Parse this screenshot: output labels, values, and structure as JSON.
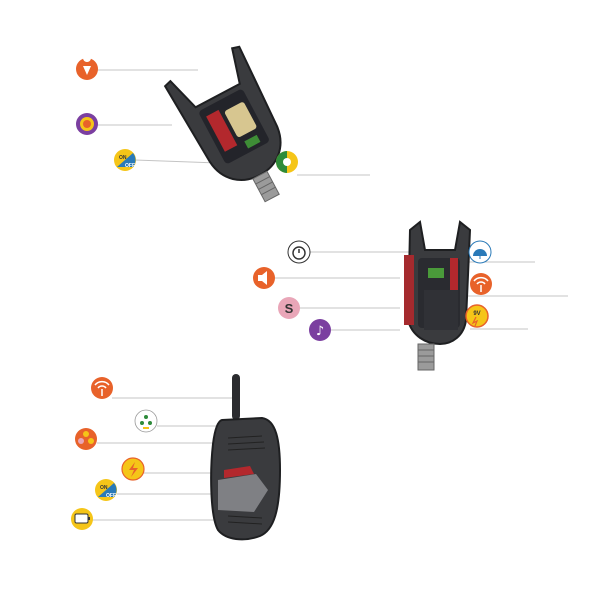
{
  "colors": {
    "orange": "#e8622a",
    "yellow": "#f5c518",
    "red": "#c62828",
    "purple": "#7b3fa0",
    "pink": "#e9a6b8",
    "green": "#2e8b3a",
    "blue": "#2a7ab8",
    "leader_line": "#c4c4c4",
    "device_body": "#3a3b3e",
    "device_dark": "#1e1f21"
  },
  "top_device": {
    "callouts": [
      {
        "icon": "location-pin-icon"
      },
      {
        "icon": "sensitivity-dial-icon"
      },
      {
        "icon": "on-off-switch-icon",
        "label_on": "ON",
        "label_off": "OFF"
      },
      {
        "icon": "led-color-icon"
      }
    ]
  },
  "middle_device": {
    "callouts": [
      {
        "icon": "timer-icon"
      },
      {
        "icon": "volume-icon"
      },
      {
        "icon": "sound-s-icon",
        "label": "S"
      },
      {
        "icon": "music-note-icon"
      },
      {
        "icon": "waterproof-icon"
      },
      {
        "icon": "wireless-signal-icon"
      },
      {
        "icon": "battery-9v-icon",
        "label": "9V"
      }
    ]
  },
  "receiver": {
    "callouts": [
      {
        "icon": "wireless-signal-icon"
      },
      {
        "icon": "led-indicator-icon"
      },
      {
        "icon": "multi-led-icon"
      },
      {
        "icon": "charging-icon"
      },
      {
        "icon": "on-off-switch-icon",
        "label_on": "ON",
        "label_off": "OFF"
      },
      {
        "icon": "battery-icon"
      }
    ]
  }
}
